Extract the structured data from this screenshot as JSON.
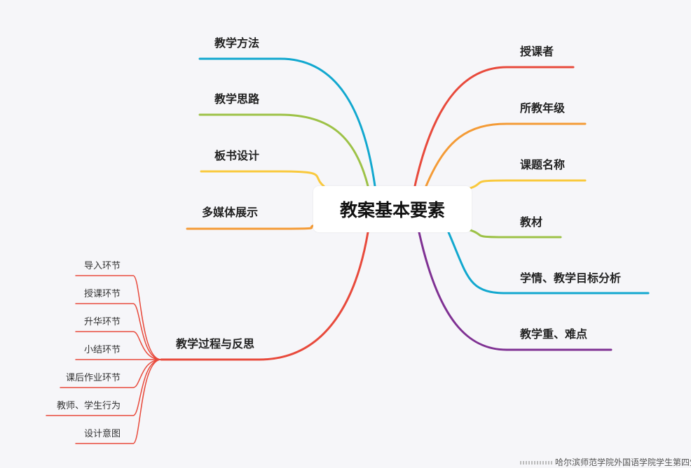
{
  "central": {
    "title": "教案基本要素"
  },
  "colors": {
    "red": "#e84a3c",
    "orange": "#f49b36",
    "yellow": "#f9c93d",
    "green": "#9dc247",
    "blue": "#12a8cf",
    "purple": "#7f3193"
  },
  "right_branches": [
    {
      "label": "授课者",
      "color": "#e84a3c"
    },
    {
      "label": "所教年级",
      "color": "#f49b36"
    },
    {
      "label": "课题名称",
      "color": "#f9c93d"
    },
    {
      "label": "教材",
      "color": "#9dc247"
    },
    {
      "label": "学情、教学目标分析",
      "color": "#12a8cf"
    },
    {
      "label": "教学重、难点",
      "color": "#7f3193"
    }
  ],
  "left_branches": [
    {
      "label": "教学方法",
      "color": "#12a8cf"
    },
    {
      "label": "教学思路",
      "color": "#9dc247"
    },
    {
      "label": "板书设计",
      "color": "#f9c93d"
    },
    {
      "label": "多媒体展示",
      "color": "#f49b36"
    }
  ],
  "process_branch": {
    "label": "教学过程与反思",
    "color": "#e84a3c",
    "children": [
      "导入环节",
      "授课环节",
      "升华环节",
      "小结环节",
      "课后作业环节",
      "教师、学生行为",
      "设计意图"
    ]
  },
  "footer": {
    "text": "哈尔滨师范学院外国语学院学生第四党支部"
  }
}
